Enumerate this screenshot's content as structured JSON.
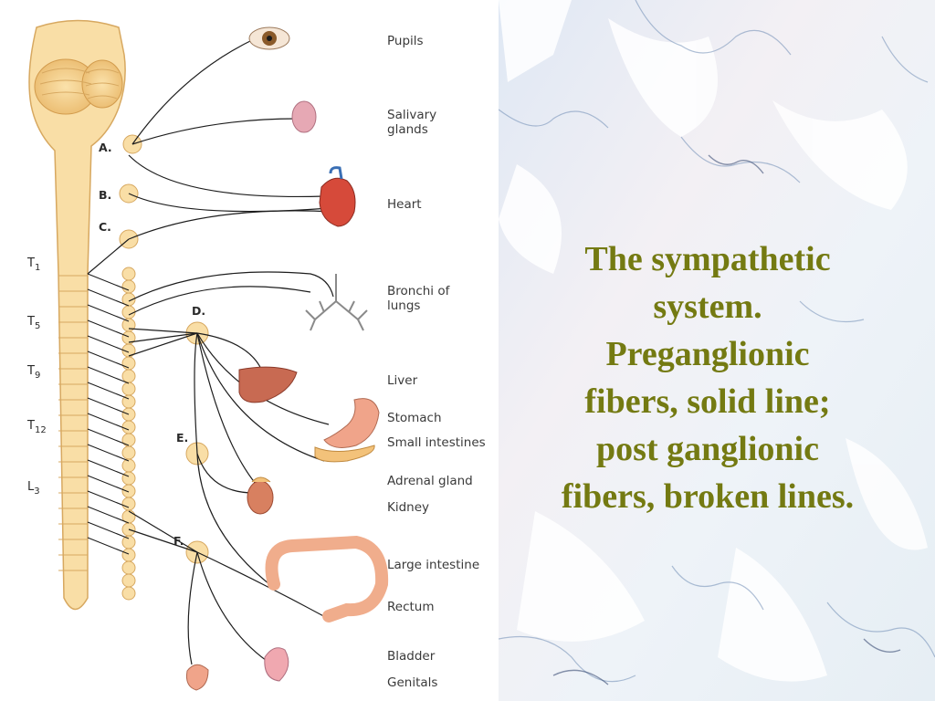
{
  "caption": {
    "lines": [
      "The sympathetic",
      "system.",
      "Preganglionic",
      "fibers, solid line;",
      "post ganglionic",
      "fibers, broken lines."
    ]
  },
  "diagram": {
    "segments": [
      {
        "main": "T",
        "sub": "1"
      },
      {
        "main": "T",
        "sub": "5"
      },
      {
        "main": "T",
        "sub": "9"
      },
      {
        "main": "T",
        "sub": "12"
      },
      {
        "main": "L",
        "sub": "3"
      }
    ],
    "ganglia": [
      "A.",
      "B.",
      "C.",
      "D.",
      "E.",
      "F."
    ],
    "organs": [
      {
        "lines": [
          "Pupils"
        ]
      },
      {
        "lines": [
          "Salivary",
          "glands"
        ]
      },
      {
        "lines": [
          "Heart"
        ]
      },
      {
        "lines": [
          "Bronchi of",
          "lungs"
        ]
      },
      {
        "lines": [
          "Liver"
        ]
      },
      {
        "lines": [
          "Stomach"
        ]
      },
      {
        "lines": [
          "Small intestines"
        ]
      },
      {
        "lines": [
          "Adrenal gland"
        ]
      },
      {
        "lines": [
          "Kidney"
        ]
      },
      {
        "lines": [
          "Large intestine"
        ]
      },
      {
        "lines": [
          "Rectum"
        ]
      },
      {
        "lines": [
          "Bladder"
        ]
      },
      {
        "lines": [
          "Genitals"
        ]
      }
    ]
  },
  "colors": {
    "caption": "#747a12",
    "spine": "#f7d89a",
    "spine_outline": "#d7a860"
  }
}
